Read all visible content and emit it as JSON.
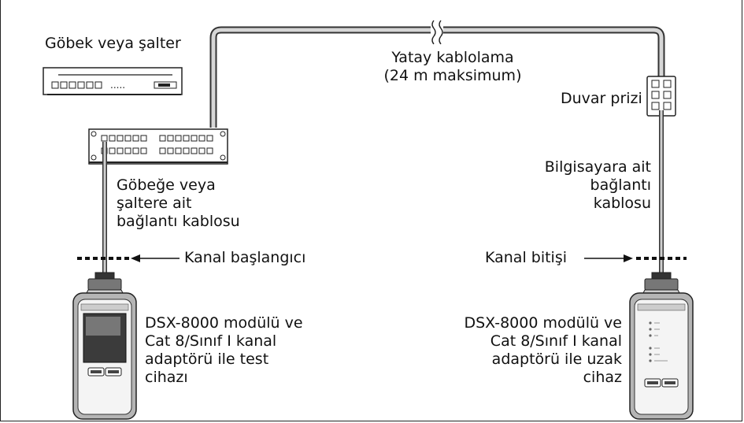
{
  "labels": {
    "hub_switch": "Göbek veya şalter",
    "horizontal_cabling": [
      "Yatay kablolama",
      "(24 m maksimum)"
    ],
    "wall_outlet": "Duvar prizi",
    "hub_patch_cord": [
      "Göbeğe veya",
      "şaltere ait",
      "bağlantı kablosu"
    ],
    "pc_patch_cord": [
      "Bilgisayara ait",
      "bağlantı",
      "kablosu"
    ],
    "channel_start": "Kanal başlangıcı",
    "channel_end": "Kanal bitişi",
    "main_unit": [
      "DSX-8000 modülü ve",
      "Cat 8/Sınıf I kanal",
      "adaptörü ile test",
      "cihazı"
    ],
    "remote_unit": [
      "DSX-8000 modülü ve",
      "Cat 8/Sınıf I kanal",
      "adaptörü ile uzak",
      "cihaz"
    ]
  },
  "hub_front_text": "....."
}
